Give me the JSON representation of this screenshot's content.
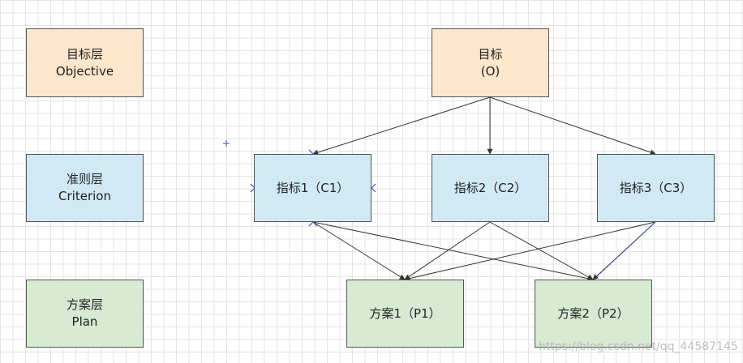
{
  "layers": [
    {
      "line1": "目标层",
      "line2": "Objective"
    },
    {
      "line1": "准则层",
      "line2": "Criterion"
    },
    {
      "line1": "方案层",
      "line2": "Plan"
    }
  ],
  "goal": {
    "line1": "目标",
    "line2": "(O)"
  },
  "criteria": [
    {
      "label": "指标1（C1）"
    },
    {
      "label": "指标2（C2）"
    },
    {
      "label": "指标3（C3）"
    }
  ],
  "plans": [
    {
      "label": "方案1（P1）"
    },
    {
      "label": "方案2（P2）"
    }
  ],
  "colors": {
    "objective": "#fce6cc",
    "criterion": "#d0e9f5",
    "plan": "#d6ebd2",
    "edge": "#333333",
    "selection": "#3b52c9"
  },
  "watermark": "https://blog.csdn.net/qq_44587145"
}
